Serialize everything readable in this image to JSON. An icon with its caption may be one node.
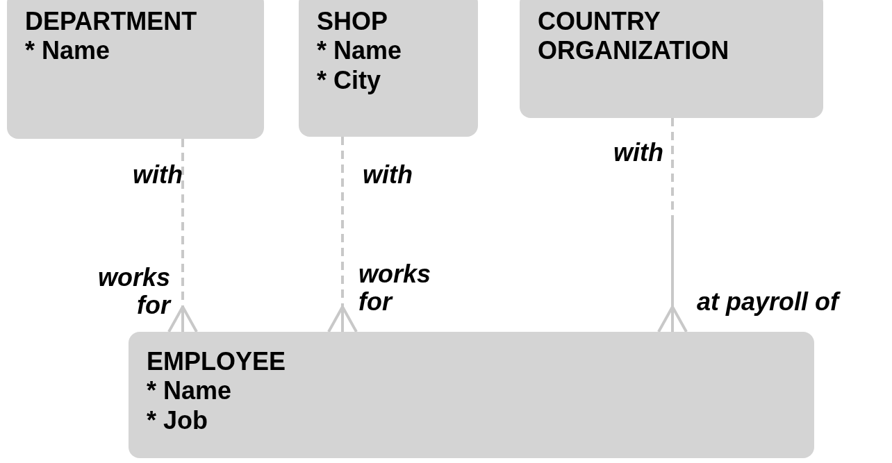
{
  "diagram": {
    "nodes": [
      {
        "text": [
          "DEPARTMENT",
          "* Name"
        ]
      },
      {
        "text": [
          "SHOP",
          "* Name",
          "* City"
        ]
      },
      {
        "text": [
          "COUNTRY ORGANIZATION"
        ]
      },
      {
        "text": [
          "EMPLOYEE",
          "* Name",
          "* Job"
        ]
      }
    ],
    "edges": [
      {
        "from": 0,
        "to": 3,
        "arrow": "other",
        "style": "dashed"
      },
      {
        "from": 1,
        "to": 3,
        "arrow": "other",
        "style": "dashed"
      },
      {
        "from": 2,
        "to": 3,
        "arrow": "other"
      }
    ],
    "labels": [
      "with",
      "with",
      "with",
      "works for",
      "works for",
      "at payroll of"
    ]
  }
}
